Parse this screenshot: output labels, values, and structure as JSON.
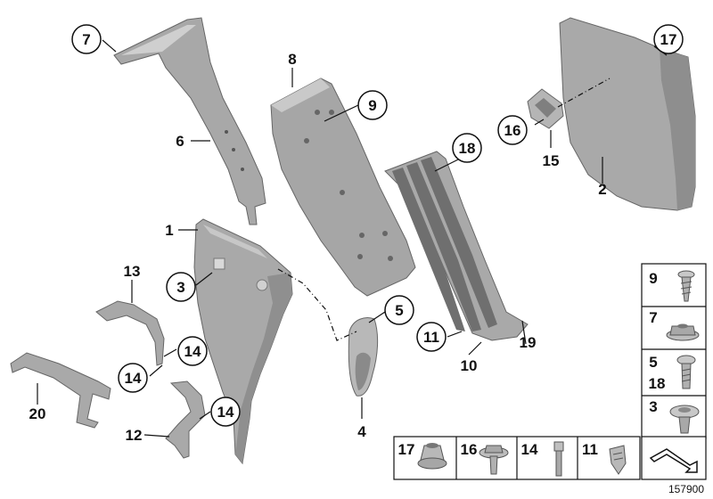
{
  "diagram_id": "157900",
  "callouts": {
    "c7": "7",
    "c6": "6",
    "c8": "8",
    "c9": "9",
    "c1": "1",
    "c3": "3",
    "c13": "13",
    "c14a": "14",
    "c14b": "14",
    "c14c": "14",
    "c20": "20",
    "c12": "12",
    "c4": "4",
    "c5": "5",
    "c11": "11",
    "c10": "10",
    "c18": "18",
    "c19": "19",
    "c16": "16",
    "c15": "15",
    "c2": "2",
    "c17": "17"
  },
  "legend": {
    "right": [
      "9",
      "7",
      "5",
      "18",
      "3"
    ],
    "bottom": [
      "17",
      "16",
      "14",
      "11"
    ]
  },
  "colors": {
    "part_fill": "#a9a9a9",
    "part_dark": "#8c8c8c",
    "part_light": "#c8c8c8",
    "line": "#111111"
  }
}
